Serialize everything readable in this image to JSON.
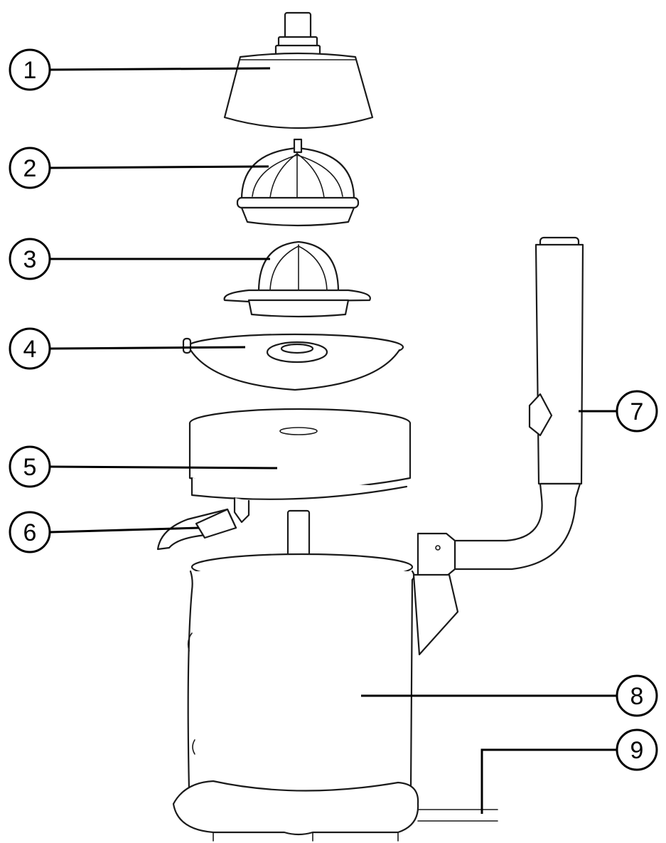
{
  "diagram": {
    "callouts": [
      {
        "number": "1"
      },
      {
        "number": "2"
      },
      {
        "number": "3"
      },
      {
        "number": "4"
      },
      {
        "number": "5"
      },
      {
        "number": "6"
      },
      {
        "number": "7"
      },
      {
        "number": "8"
      },
      {
        "number": "9"
      }
    ]
  }
}
